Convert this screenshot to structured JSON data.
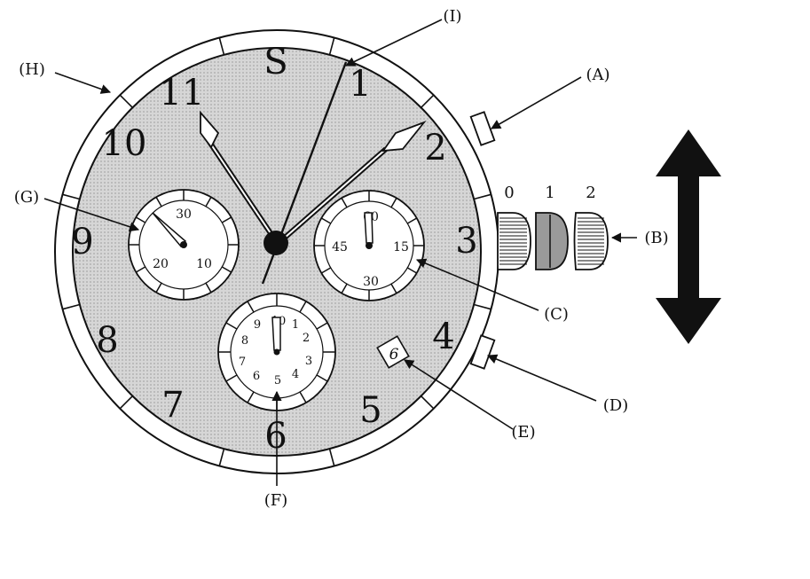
{
  "dial": {
    "hour_numerals": [
      "S",
      "1",
      "2",
      "3",
      "4",
      "5",
      "6",
      "7",
      "8",
      "9",
      "10",
      "11"
    ],
    "date_window": "6"
  },
  "subdials": {
    "left": {
      "labels": [
        "30",
        "10",
        "20"
      ]
    },
    "right": {
      "labels": [
        "60",
        "15",
        "30",
        "45"
      ]
    },
    "bottom": {
      "labels": [
        "10",
        "1",
        "2",
        "3",
        "4",
        "5",
        "6",
        "7",
        "8",
        "9"
      ]
    }
  },
  "crown_positions": [
    "0",
    "1",
    "2"
  ],
  "callouts": {
    "A": "(A)",
    "B": "(B)",
    "C": "(C)",
    "D": "(D)",
    "E": "(E)",
    "F": "(F)",
    "G": "(G)",
    "H": "(H)",
    "I": "(I)"
  },
  "colors": {
    "dial_fill": "#cfcfcf",
    "ink": "#111111",
    "crown_pos1": "#9a9a9a"
  }
}
